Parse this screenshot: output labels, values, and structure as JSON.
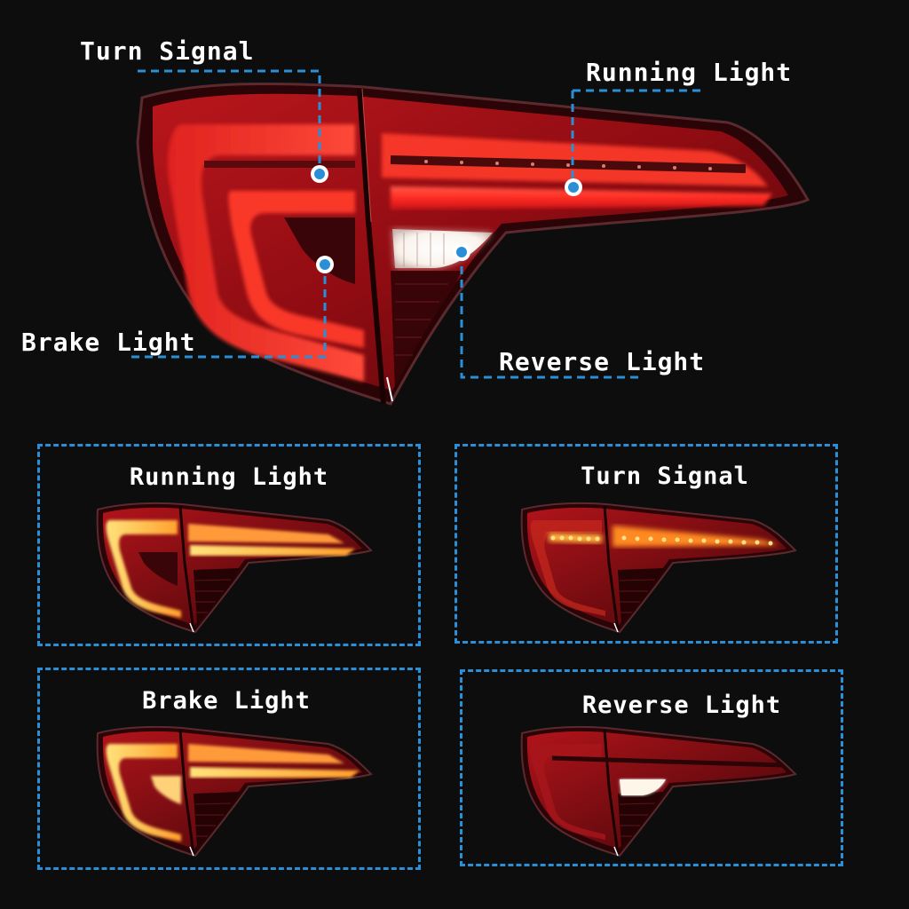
{
  "main": {
    "labels": {
      "turn_signal": "Turn Signal",
      "running_light": "Running Light",
      "brake_light": "Brake Light",
      "reverse_light": "Reverse Light"
    },
    "callout_color": "#2a8fd6"
  },
  "panels": [
    {
      "title": "Running Light",
      "mode": "running"
    },
    {
      "title": "Turn Signal",
      "mode": "turn"
    },
    {
      "title": "Brake Light",
      "mode": "brake"
    },
    {
      "title": "Reverse Light",
      "mode": "reverse"
    }
  ],
  "colors": {
    "background": "#0d0d0d",
    "lens_red": "#c4161c",
    "lens_dark": "#3a0508",
    "glow_amber": "#ffcf5a",
    "glow_orange": "#ff8a1c",
    "reverse_white": "#fff8f0",
    "dashed_border": "#2a8fd6"
  }
}
